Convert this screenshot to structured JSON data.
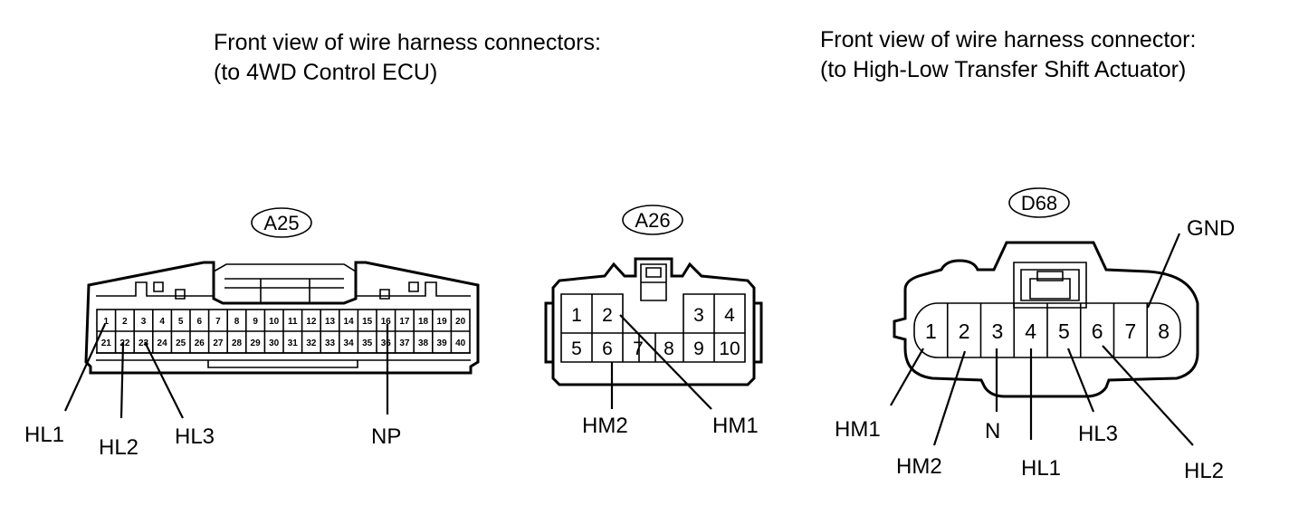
{
  "headings": {
    "ecu_line1": "Front view of wire harness connectors:",
    "ecu_line2": "(to 4WD Control ECU)",
    "actuator_line1": "Front view of wire harness connector:",
    "actuator_line2": "(to High-Low Transfer Shift Actuator)"
  },
  "connectors": {
    "a25": {
      "id": "A25",
      "pins_top": [
        "1",
        "2",
        "3",
        "4",
        "5",
        "6",
        "7",
        "8",
        "9",
        "10",
        "11",
        "12",
        "13",
        "14",
        "15",
        "16",
        "17",
        "18",
        "19",
        "20"
      ],
      "pins_bottom": [
        "21",
        "22",
        "23",
        "24",
        "25",
        "26",
        "27",
        "28",
        "29",
        "30",
        "31",
        "32",
        "33",
        "34",
        "35",
        "36",
        "37",
        "38",
        "39",
        "40"
      ],
      "labels": [
        "HL1",
        "HL2",
        "HL3",
        "NP"
      ]
    },
    "a26": {
      "id": "A26",
      "pins_top": [
        "1",
        "2",
        "3",
        "4"
      ],
      "pins_bottom": [
        "5",
        "6",
        "7",
        "8",
        "9",
        "10"
      ],
      "labels": [
        "HM2",
        "HM1"
      ]
    },
    "d68": {
      "id": "D68",
      "pins": [
        "1",
        "2",
        "3",
        "4",
        "5",
        "6",
        "7",
        "8"
      ],
      "labels": [
        "GND",
        "HM1",
        "HM2",
        "N",
        "HL1",
        "HL3",
        "HL2"
      ]
    }
  }
}
